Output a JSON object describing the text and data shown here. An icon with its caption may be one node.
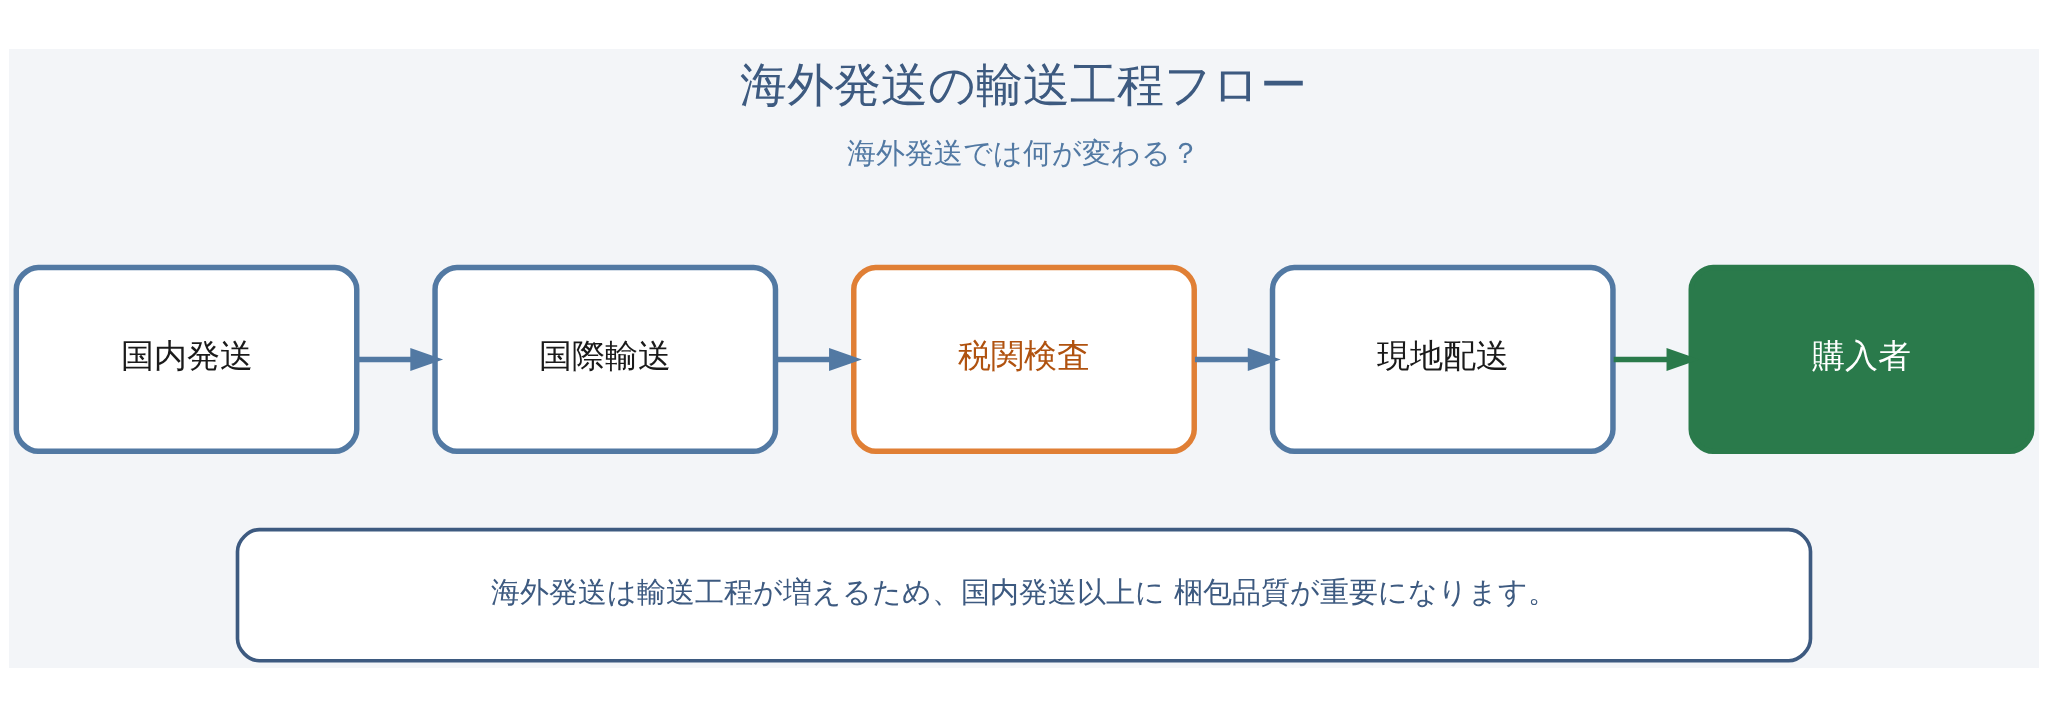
{
  "diagram": {
    "title": "海外発送の輸送工程フロー",
    "nodes": [
      {
        "text": [
          "国内発送"
        ]
      },
      {
        "text": [
          "国際輸送"
        ]
      },
      {
        "text": [
          "税関検査"
        ]
      },
      {
        "text": [
          "現地配送"
        ]
      },
      {
        "text": [
          "購入者"
        ]
      },
      {
        "text": [
          "海外発送は輸送工程が増えるため、国内発送以上に 梱包品質が重要になります。"
        ]
      }
    ],
    "edges": [
      {
        "from": 0,
        "to": 1,
        "arrow": "to"
      },
      {
        "from": 1,
        "to": 2,
        "arrow": "to"
      },
      {
        "from": 2,
        "to": 3,
        "arrow": "to"
      },
      {
        "from": 3,
        "to": 4,
        "arrow": "to",
        "color": "#2a7a4b"
      }
    ],
    "labels": [
      "海外発送では何が変わる？"
    ]
  }
}
